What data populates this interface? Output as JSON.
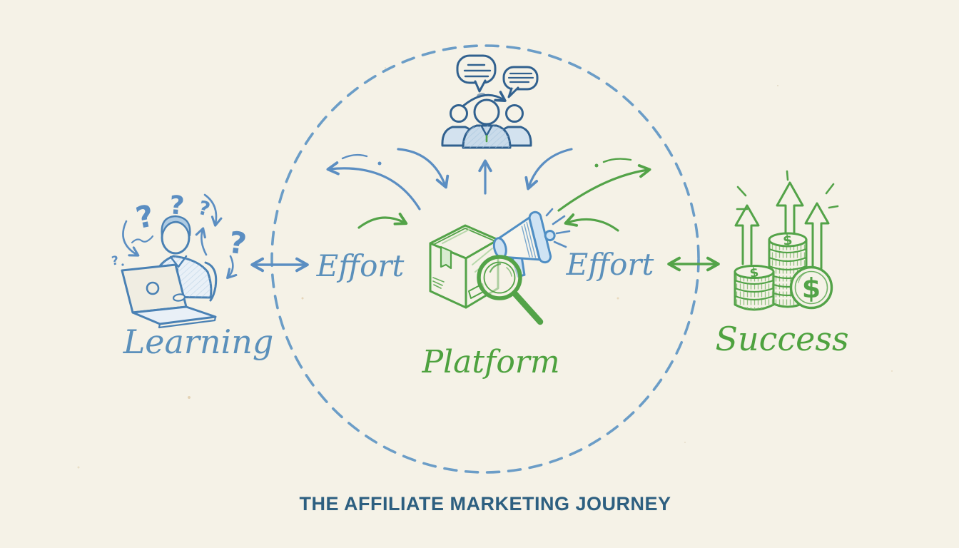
{
  "title": {
    "text": "THE AFFILIATE MARKETING JOURNEY"
  },
  "nodes": {
    "learning": {
      "label": "Learning",
      "icon": "person-at-laptop-with-question-marks-icon"
    },
    "platform": {
      "label": "Platform",
      "icon": "package-box-magnifier-megaphone-icon"
    },
    "success": {
      "label": "Success",
      "icon": "coin-stacks-with-growth-arrows-icon"
    },
    "community": {
      "icon": "people-group-with-speech-bubbles-icon"
    }
  },
  "edges": {
    "effort_left": {
      "label": "Effort",
      "arrow": "double-headed",
      "color": "#5b8ec2"
    },
    "effort_right": {
      "label": "Effort",
      "arrow": "double-headed",
      "color": "#53a348"
    }
  },
  "glyphs": {
    "question_mark": "?",
    "dollar": "$"
  },
  "colors": {
    "background": "#f5f2e7",
    "sketch_blue": "#5b8ec2",
    "sketch_navy": "#31618f",
    "sketch_green": "#53a348",
    "label_blue": "#5b90bb",
    "label_green": "#4ea23f",
    "title_color": "#2d5f80",
    "dashed_circle": "#6b9dc7"
  }
}
